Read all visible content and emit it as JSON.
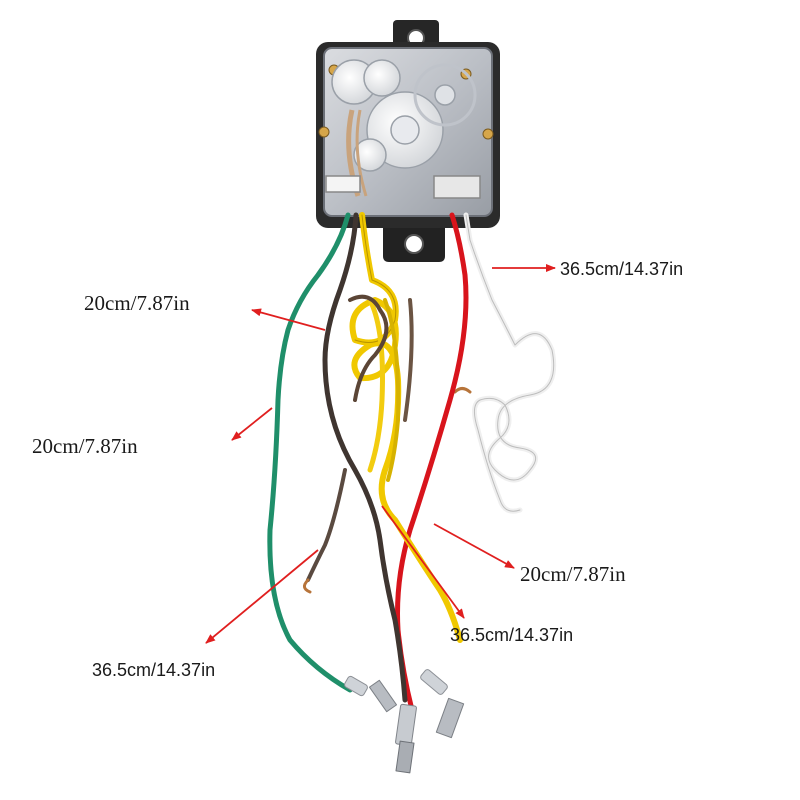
{
  "photo": {
    "subject": "washing-machine-timer-with-wires",
    "colors": {
      "background": "#ffffff",
      "housing": "#2b2b2b",
      "clear_cover": "#c9ccd2",
      "arrow": "#e01f1f",
      "wire_green": "#1f8f6a",
      "wire_brown": "#3f3530",
      "wire_yellow": "#f0c800",
      "wire_red": "#d8141c",
      "wire_white": "#f4f4f4"
    }
  },
  "callouts": [
    {
      "id": "white-wire-length",
      "text": "36.5cm/14.37in"
    },
    {
      "id": "brown-wire-length-upper",
      "text": "20cm/7.87in"
    },
    {
      "id": "green-wire-length",
      "text": "20cm/7.87in"
    },
    {
      "id": "red-wire-length",
      "text": "20cm/7.87in"
    },
    {
      "id": "yellow-wire-length",
      "text": "36.5cm/14.37in"
    },
    {
      "id": "brown-wire-length-lower",
      "text": "36.5cm/14.37in"
    }
  ]
}
